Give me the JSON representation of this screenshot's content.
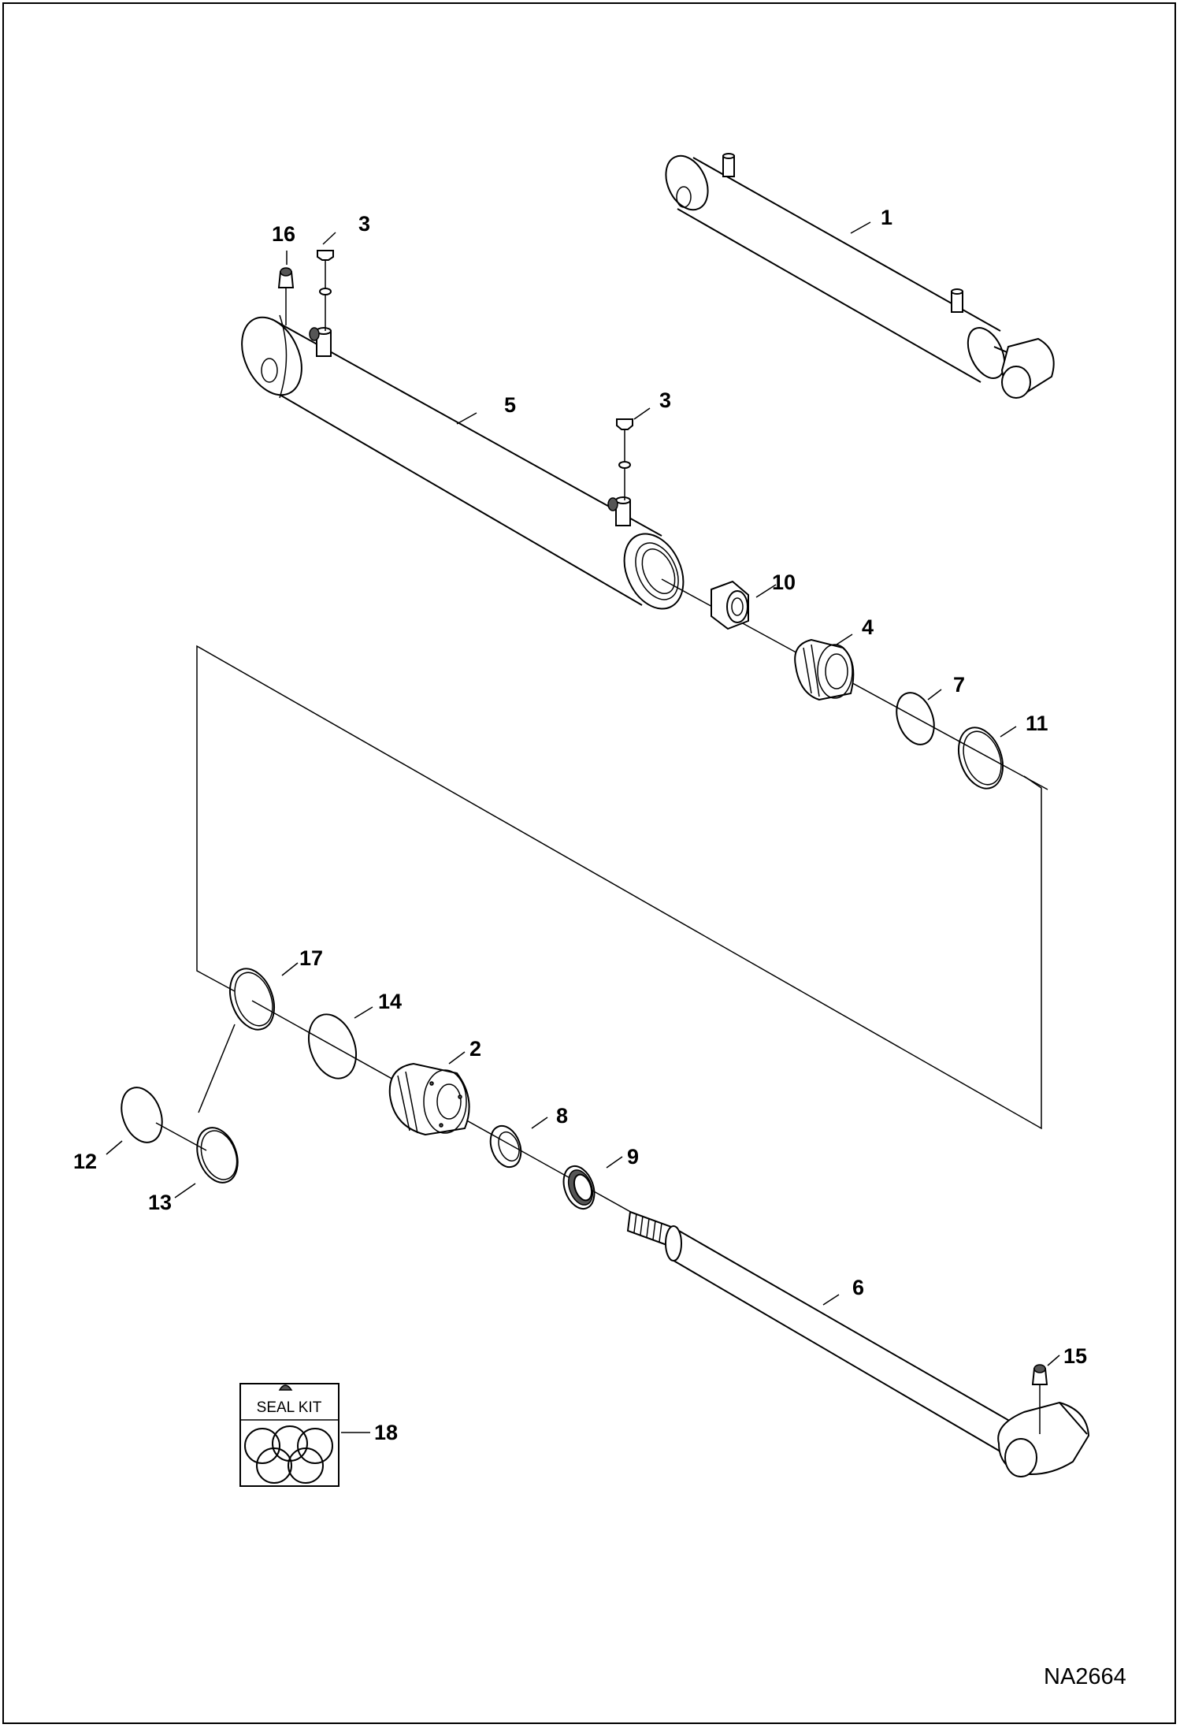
{
  "diagram": {
    "callouts": [
      {
        "id": "c1",
        "label": "1"
      },
      {
        "id": "c2",
        "label": "2"
      },
      {
        "id": "c3a",
        "label": "3"
      },
      {
        "id": "c3b",
        "label": "3"
      },
      {
        "id": "c4",
        "label": "4"
      },
      {
        "id": "c5",
        "label": "5"
      },
      {
        "id": "c6",
        "label": "6"
      },
      {
        "id": "c7",
        "label": "7"
      },
      {
        "id": "c8",
        "label": "8"
      },
      {
        "id": "c9",
        "label": "9"
      },
      {
        "id": "c10",
        "label": "10"
      },
      {
        "id": "c11",
        "label": "11"
      },
      {
        "id": "c12",
        "label": "12"
      },
      {
        "id": "c13",
        "label": "13"
      },
      {
        "id": "c14",
        "label": "14"
      },
      {
        "id": "c15",
        "label": "15"
      },
      {
        "id": "c16",
        "label": "16"
      },
      {
        "id": "c17",
        "label": "17"
      },
      {
        "id": "c18",
        "label": "18"
      }
    ],
    "seal_kit_label": "SEAL KIT",
    "document_id": "NA2664"
  }
}
